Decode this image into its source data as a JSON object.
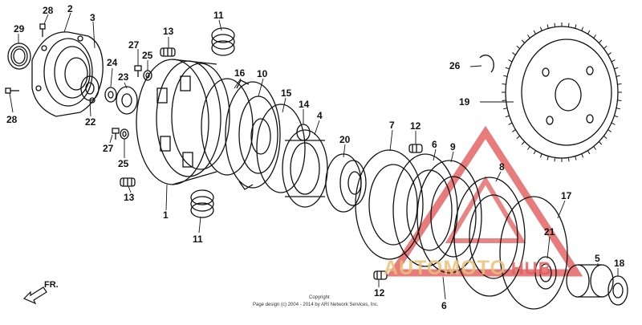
{
  "callouts": {
    "c1": "1",
    "c2": "2",
    "c3": "3",
    "c4": "4",
    "c5": "5",
    "c6a": "6",
    "c6b": "6",
    "c7": "7",
    "c8": "8",
    "c9": "9",
    "c10": "10",
    "c11a": "11",
    "c11b": "11",
    "c12a": "12",
    "c12b": "12",
    "c13a": "13",
    "c13b": "13",
    "c14": "14",
    "c15": "15",
    "c16": "16",
    "c17": "17",
    "c18": "18",
    "c19": "19",
    "c20": "20",
    "c21": "21",
    "c22": "22",
    "c23": "23",
    "c24": "24",
    "c25a": "25",
    "c25b": "25",
    "c26": "26",
    "c27a": "27",
    "c27b": "27",
    "c28a": "28",
    "c28b": "28",
    "c29": "29"
  },
  "direction_label": "FR.",
  "copyright": {
    "line1": "Copyright",
    "line2": "Page design (c) 2004 - 2014 by ARI Network Services, Inc."
  },
  "watermark": {
    "part1": "AUTOMOTO",
    "part2": "HUB",
    "color_triangle": "#e05050",
    "color_text": "#e8c178"
  },
  "colors": {
    "line": "#111111",
    "background": "#ffffff"
  }
}
